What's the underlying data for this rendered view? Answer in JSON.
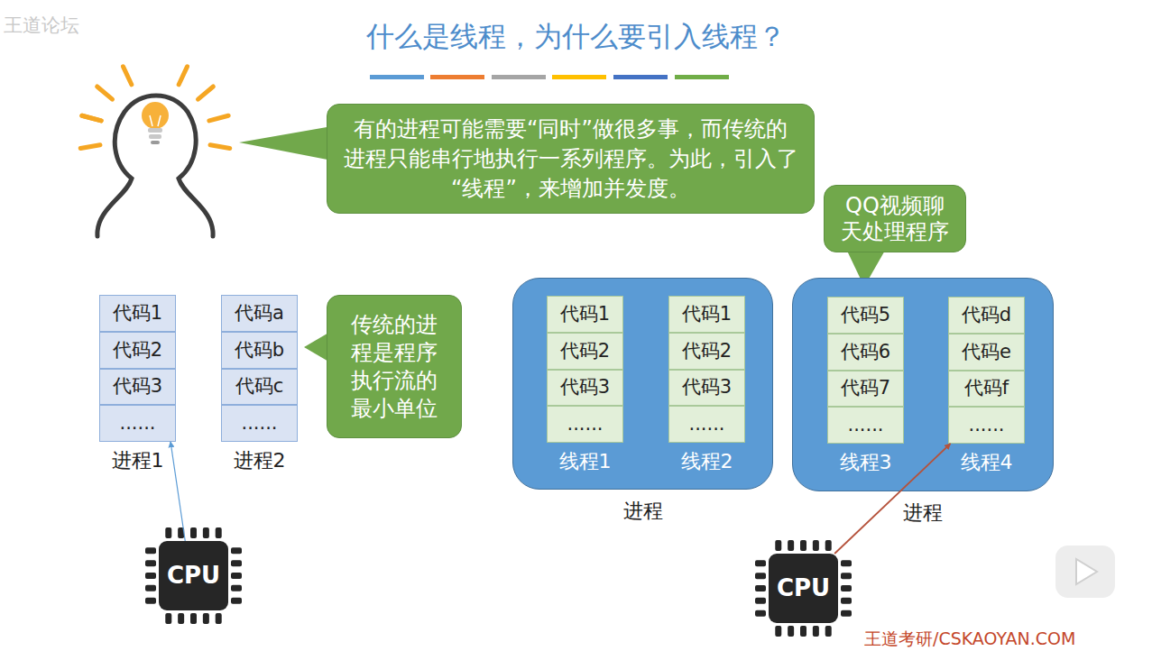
{
  "diagram": {
    "title": "什么是线程，为什么要引入线程？",
    "nodes": [
      {
        "text": [
          "有的进程可能需要“同时”做很多事，而传统的进程只能串行地执行一系列程序。为此，引入了“线程”，来增加并发度。"
        ]
      },
      {
        "text": [
          "QQ视频聊天处理程序"
        ]
      },
      {
        "text": [
          "进程1"
        ]
      },
      {
        "text": [
          "代码1"
        ],
        "in": 2
      },
      {
        "text": [
          "代码2"
        ],
        "in": 2
      },
      {
        "text": [
          "代码3"
        ],
        "in": 2
      },
      {
        "text": [
          "......"
        ],
        "in": 2
      },
      {
        "text": [
          "进程2"
        ]
      },
      {
        "text": [
          "代码a"
        ],
        "in": 7
      },
      {
        "text": [
          "代码b"
        ],
        "in": 7
      },
      {
        "text": [
          "代码c"
        ],
        "in": 7
      },
      {
        "text": [
          "......"
        ],
        "in": 7
      },
      {
        "text": [
          "传统的进程是程序执行流的最小单位"
        ]
      },
      {
        "text": [
          "进程"
        ]
      },
      {
        "text": [
          "线程1"
        ],
        "in": 13
      },
      {
        "text": [
          "代码1"
        ],
        "in": 14
      },
      {
        "text": [
          "代码2"
        ],
        "in": 14
      },
      {
        "text": [
          "代码3"
        ],
        "in": 14
      },
      {
        "text": [
          "......"
        ],
        "in": 14
      },
      {
        "text": [
          "线程2"
        ],
        "in": 13
      },
      {
        "text": [
          "代码1"
        ],
        "in": 19
      },
      {
        "text": [
          "代码2"
        ],
        "in": 19
      },
      {
        "text": [
          "代码3"
        ],
        "in": 19
      },
      {
        "text": [
          "......"
        ],
        "in": 19
      },
      {
        "text": [
          "进程"
        ]
      },
      {
        "text": [
          "线程3"
        ],
        "in": 24
      },
      {
        "text": [
          "代码5"
        ],
        "in": 25
      },
      {
        "text": [
          "代码6"
        ],
        "in": 25
      },
      {
        "text": [
          "代码7"
        ],
        "in": 25
      },
      {
        "text": [
          "......"
        ],
        "in": 25
      },
      {
        "text": [
          "线程4"
        ],
        "in": 24
      },
      {
        "text": [
          "代码d"
        ],
        "in": 30
      },
      {
        "text": [
          "代码e"
        ],
        "in": 30
      },
      {
        "text": [
          "代码f"
        ],
        "in": 30
      },
      {
        "text": [
          "......"
        ],
        "in": 30
      },
      {
        "text": [
          "CPU"
        ]
      },
      {
        "text": [
          "CPU"
        ]
      }
    ],
    "edges": [
      {
        "from": 35,
        "to": 2,
        "arrow": "to"
      },
      {
        "from": 36,
        "to": 30,
        "arrow": "to"
      }
    ],
    "labels": [
      "王道论坛",
      "王道考研/CSKAOYAN.COM"
    ]
  }
}
